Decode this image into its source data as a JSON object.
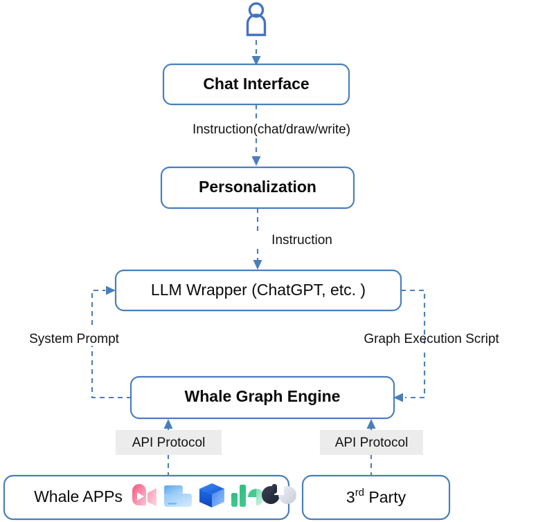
{
  "diagram": {
    "title": "Whale system architecture flow",
    "colors": {
      "box_border": "#4a7ebb",
      "arrow": "#4a7ebb",
      "person": "#4472c4",
      "chip_background": "#ececec",
      "text": "#0a0a0a",
      "background": "#ffffff"
    },
    "actor": {
      "icon": "person-icon",
      "label": ""
    },
    "nodes": [
      {
        "id": "chat-interface",
        "label": "Chat Interface",
        "bold": true,
        "font_size": 23
      },
      {
        "id": "personalization",
        "label": "Personalization",
        "bold": true,
        "font_size": 23
      },
      {
        "id": "llm-wrapper",
        "label": "LLM Wrapper (ChatGPT, etc. )",
        "bold": false,
        "font_size": 23
      },
      {
        "id": "whale-graph-engine",
        "label": "Whale Graph Engine",
        "bold": true,
        "font_size": 23
      },
      {
        "id": "whale-apps",
        "label": "Whale APPs",
        "bold": false,
        "font_size": 23
      },
      {
        "id": "third-party",
        "label": "3rd Party",
        "bold": false,
        "font_size": 23,
        "superscript_base": "3",
        "superscript": "rd",
        "superscript_tail": " Party"
      }
    ],
    "edge_labels": [
      {
        "id": "instruction-chat-draw-write",
        "text": "Instruction(chat/draw/write)",
        "chip": false
      },
      {
        "id": "instruction",
        "text": "Instruction",
        "chip": false
      },
      {
        "id": "system-prompt",
        "text": "System Prompt",
        "chip": false
      },
      {
        "id": "graph-execution-script",
        "text": "Graph Execution Script",
        "chip": false
      },
      {
        "id": "api-protocol-left",
        "text": "API Protocol",
        "chip": true
      },
      {
        "id": "api-protocol-right",
        "text": "API Protocol",
        "chip": true
      }
    ],
    "app_icons": [
      {
        "id": "video-app-icon",
        "name": "video-camera-icon",
        "color": "#f2668b"
      },
      {
        "id": "docs-app-icon",
        "name": "document-icon",
        "color": "#4c9ee8"
      },
      {
        "id": "cube-app-icon",
        "name": "cube-icon",
        "color": "#1a6ef0"
      },
      {
        "id": "chart-app-icon",
        "name": "bar-chart-icon",
        "color": "#27b074"
      },
      {
        "id": "loop-app-icon",
        "name": "loop-icon",
        "color": "#2f3545"
      }
    ]
  }
}
